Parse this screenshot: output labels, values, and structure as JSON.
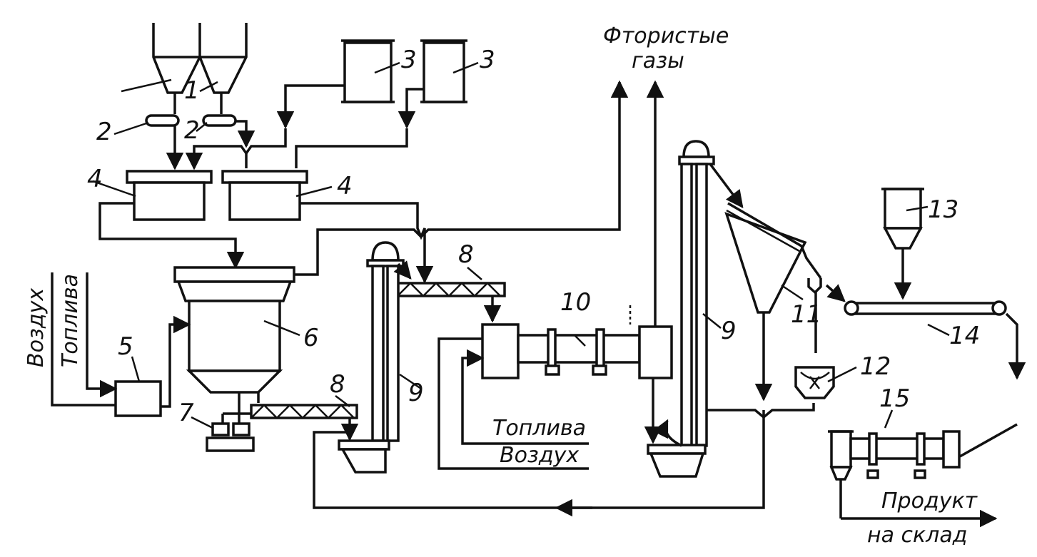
{
  "labels": {
    "fluorine_gases_1": "Фтористые",
    "fluorine_gases_2": "газы",
    "air_left": "Воздух",
    "fuel_left": "Топлива",
    "fuel_bottom": "Топлива",
    "air_bottom": "Воздух",
    "product_1": "Продукт",
    "product_2": "на склад"
  },
  "numbers": {
    "n1": "1",
    "n2a": "2",
    "n2b": "2",
    "n3a": "3",
    "n3b": "3",
    "n4a": "4",
    "n4b": "4",
    "n5": "5",
    "n6": "6",
    "n7": "7",
    "n8a": "8",
    "n8b": "8",
    "n9a": "9",
    "n9b": "9",
    "n10": "10",
    "n11": "11",
    "n12": "12",
    "n13": "13",
    "n14": "14",
    "n15": "15"
  }
}
